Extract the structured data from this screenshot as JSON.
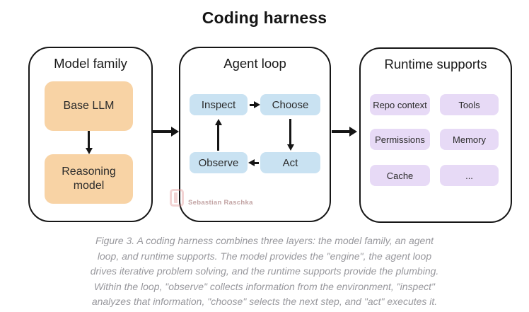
{
  "title": "Coding harness",
  "panels": {
    "model_family": {
      "title": "Model family",
      "nodes": [
        "Base LLM",
        "Reasoning model"
      ]
    },
    "agent_loop": {
      "title": "Agent loop",
      "nodes": [
        "Inspect",
        "Choose",
        "Observe",
        "Act"
      ]
    },
    "runtime_supports": {
      "title": "Runtime supports",
      "nodes": [
        "Repo context",
        "Tools",
        "Permissions",
        "Memory",
        "Cache",
        "..."
      ]
    }
  },
  "watermark": {
    "text": "Sebastian Raschka"
  },
  "caption": {
    "lines": [
      "Figure 3. A coding harness combines three layers: the model family, an agent",
      "loop, and runtime supports. The model provides the \"engine\", the agent loop",
      "drives iterative problem solving, and the runtime supports provide the plumbing.",
      "Within the loop, \"observe\" collects information from the environment, \"inspect\"",
      "analyzes that information, \"choose\" selects the next step, and \"act\" executes it."
    ]
  },
  "colors": {
    "model_node": "#F8D3A5",
    "agent_node": "#C9E2F2",
    "runtime_node": "#E7DAF6",
    "panel_border": "#161616",
    "caption_text": "#98989D",
    "watermark_text": "#C2A3A3"
  }
}
